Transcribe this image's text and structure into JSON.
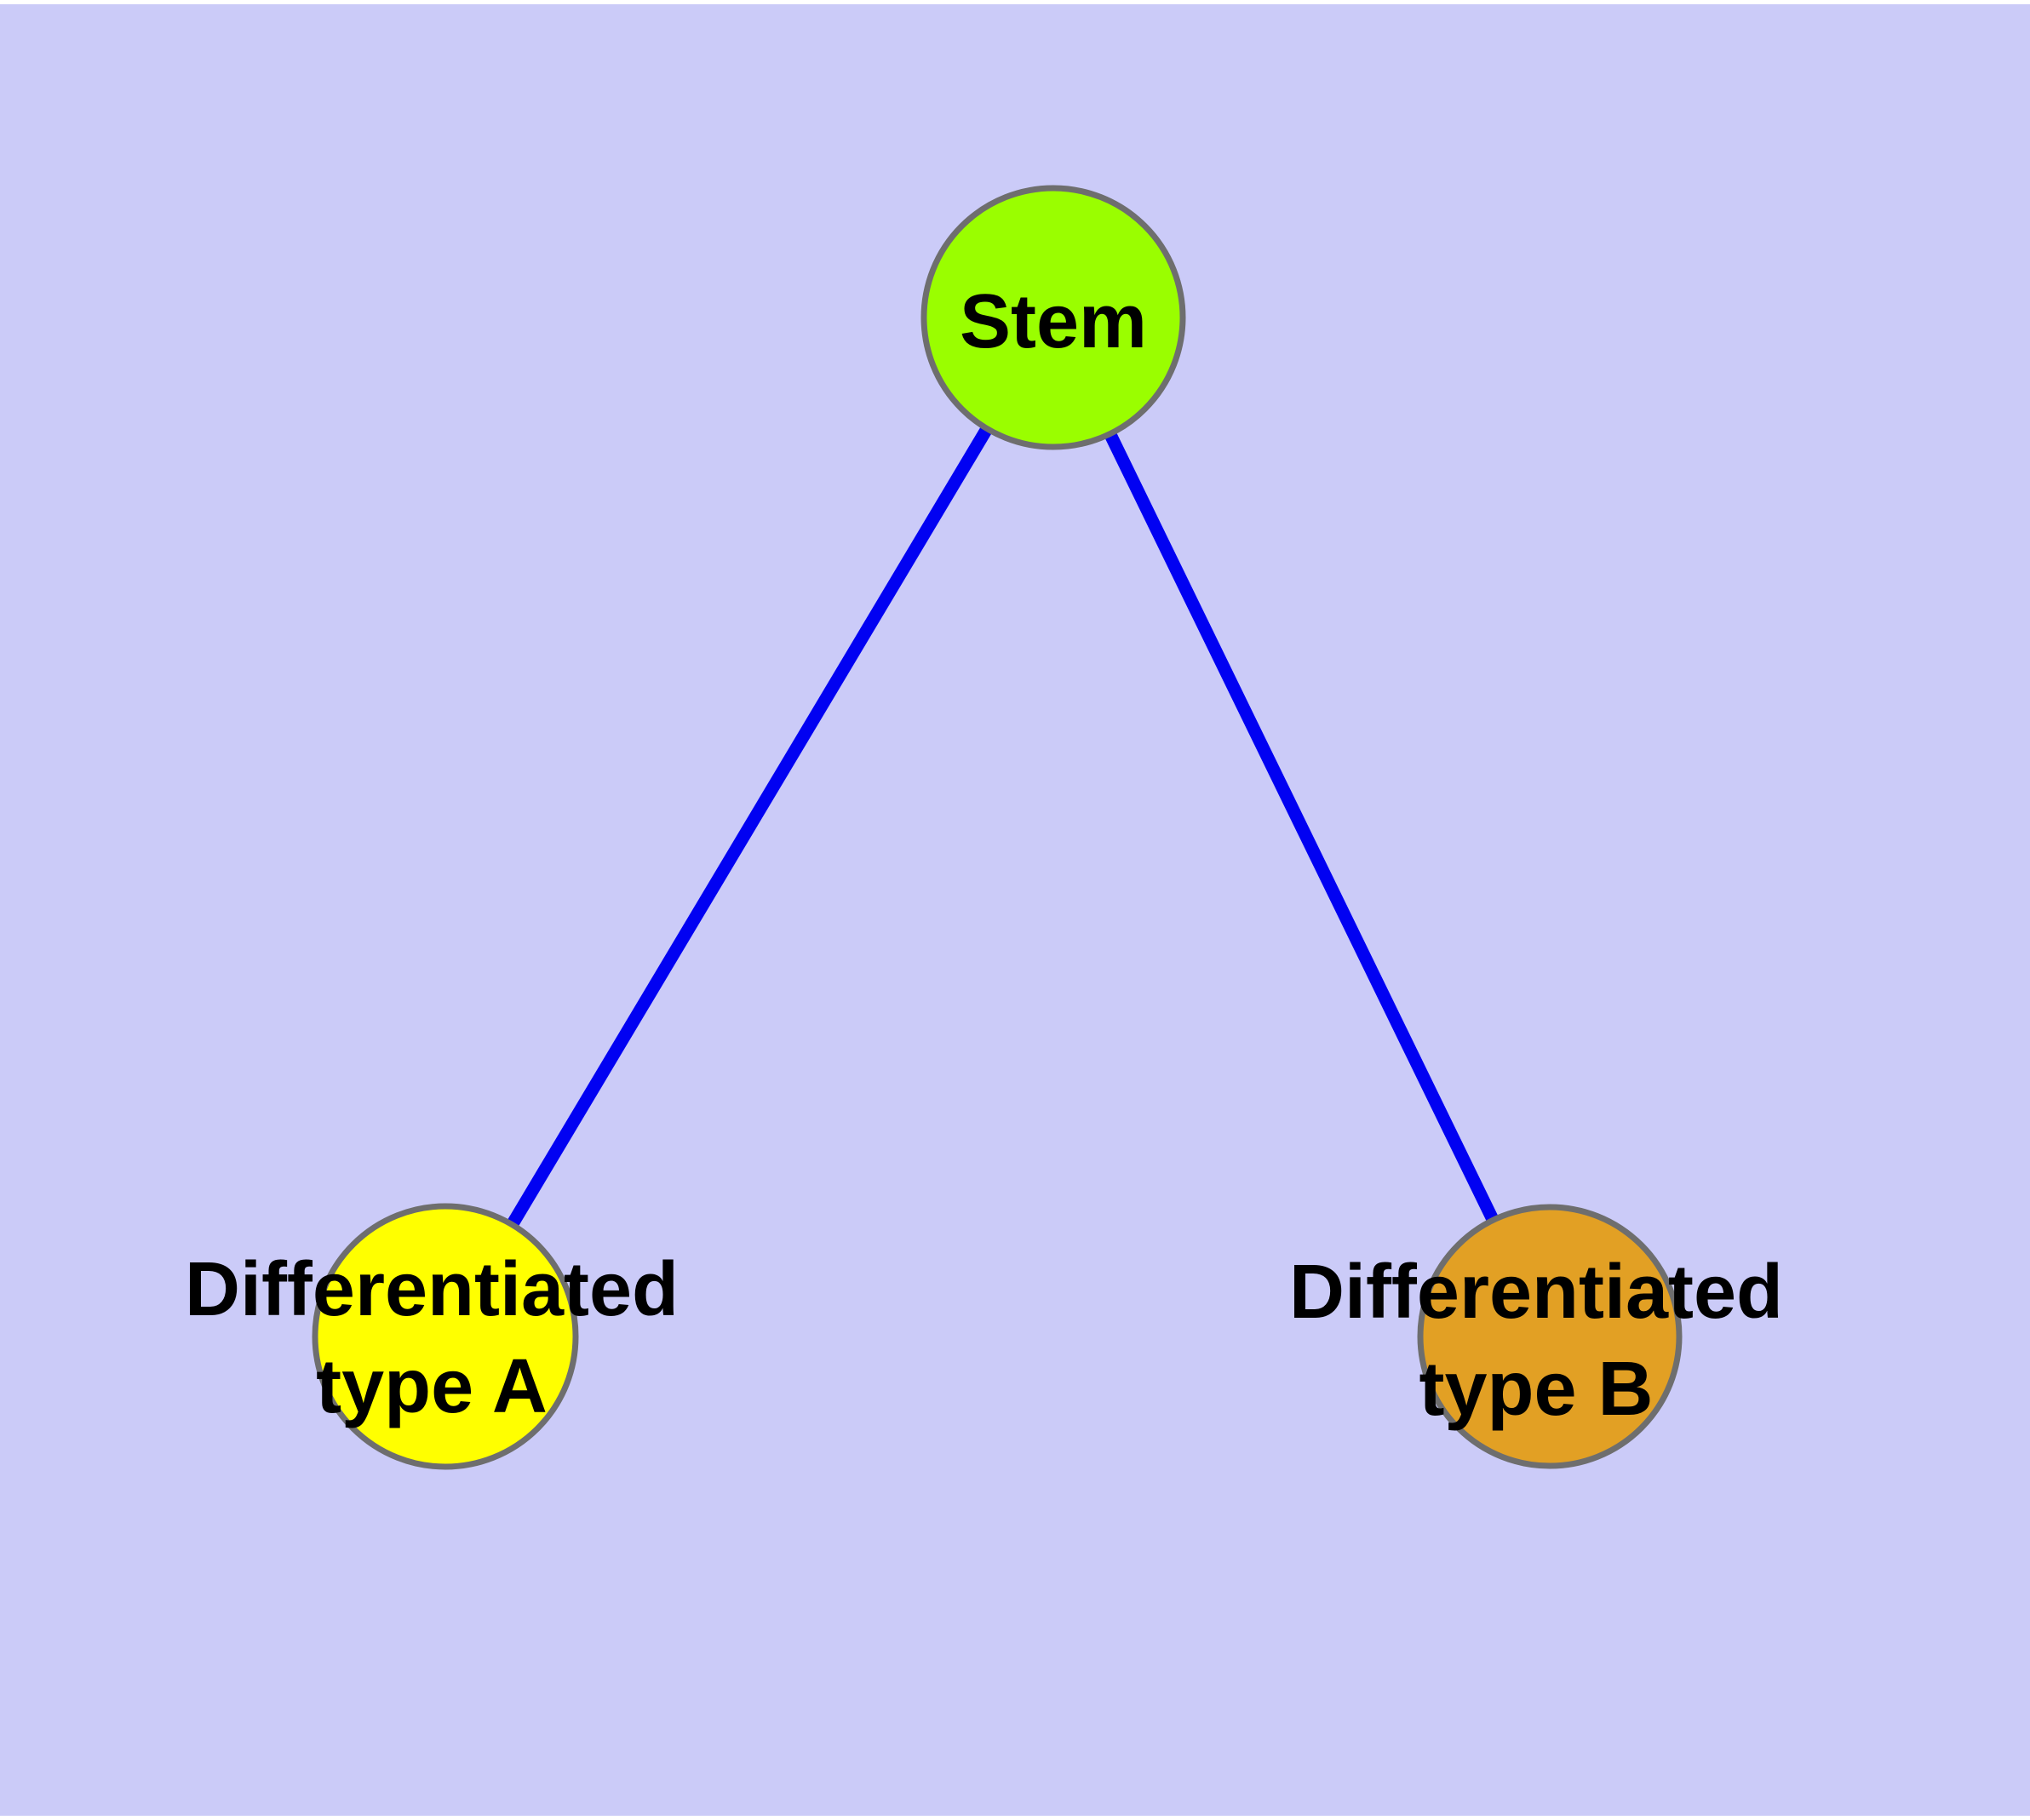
{
  "diagram": {
    "type": "graph",
    "title": "",
    "background_color": "#CBCBF8",
    "page_margin_color": "#FFFFFF",
    "edge_color": "#0101F2",
    "node_border_color": "#6E6E6E",
    "label_color": "#000000",
    "nodes": [
      {
        "id": "stem",
        "label": "Stem",
        "line1": "Stem",
        "line2": "",
        "color": "#9AFE00"
      },
      {
        "id": "differentiated-type-a",
        "label": "Differentiated type A",
        "line1": "Differentiated",
        "line2": "type A",
        "color": "#FFFF00"
      },
      {
        "id": "differentiated-type-b",
        "label": "Differentiated type B",
        "line1": "Differentiated",
        "line2": "type B",
        "color": "#E2A024"
      }
    ],
    "edges": [
      {
        "from": "Stem",
        "to": "Differentiated type A",
        "directed": false
      },
      {
        "from": "Stem",
        "to": "Differentiated type B",
        "directed": false
      }
    ]
  }
}
